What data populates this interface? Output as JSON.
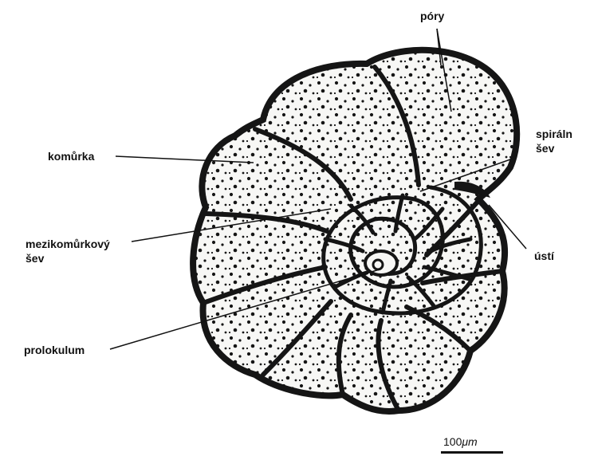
{
  "figure": {
    "subject": "foraminifera test (trochospiral shell)",
    "labels": {
      "pory": "póry",
      "komurka": "komůrka",
      "spiralni_sev_line1": "spiráln",
      "spiralni_sev_line2": "šev",
      "mezikomurkovy_sev_line1": "mezikomůrkový",
      "mezikomurkovy_sev_line2": "šev",
      "usti": "ústí",
      "prolokulum": "prolokulum"
    },
    "scale_bar": {
      "value": "100",
      "unit": "μm"
    },
    "colors": {
      "ink": "#111111",
      "wall": "#151515",
      "chamber_fill": "#f7f7f5",
      "background": "#ffffff"
    }
  }
}
